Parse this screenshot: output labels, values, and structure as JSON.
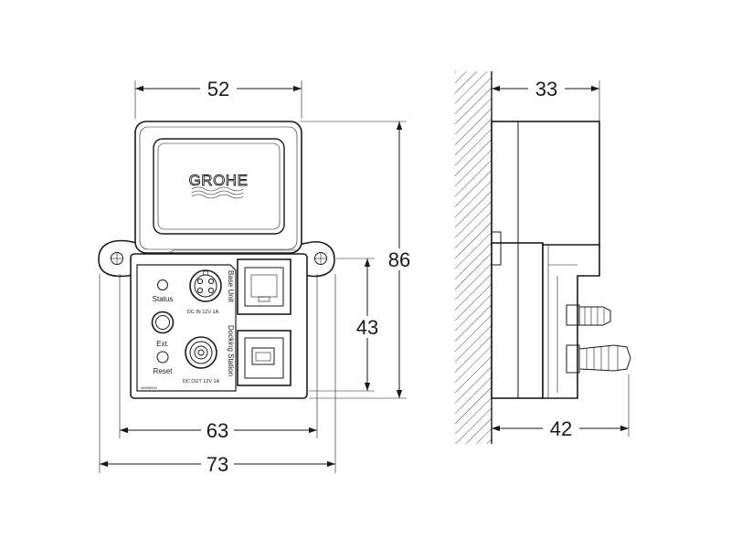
{
  "dimensions": {
    "front_width_top": "52",
    "front_height": "86",
    "panel_height": "43",
    "panel_width": "63",
    "overall_width": "73",
    "side_depth_top": "33",
    "side_depth_bottom": "42"
  },
  "labels": {
    "brand": "GROHE",
    "status": "Status",
    "ext": "Ext.",
    "reset": "Reset",
    "dc_in": "DC IN 12V 1A",
    "dc_out": "DC OUT 12V 1A",
    "base_unit": "Base Unit",
    "docking_station": "Docking Station",
    "part_number": "46556000"
  }
}
